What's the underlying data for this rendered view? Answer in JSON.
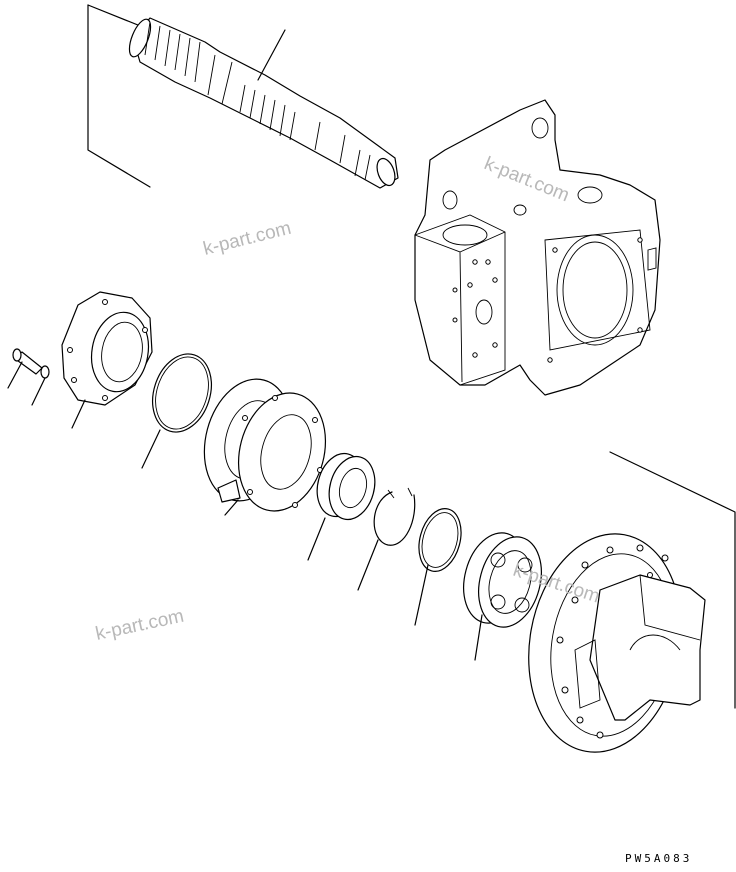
{
  "watermarks": [
    "k-part.com",
    "k-part.com",
    "k-part.com",
    "k-part.com"
  ],
  "drawing_code": "PW5A083"
}
